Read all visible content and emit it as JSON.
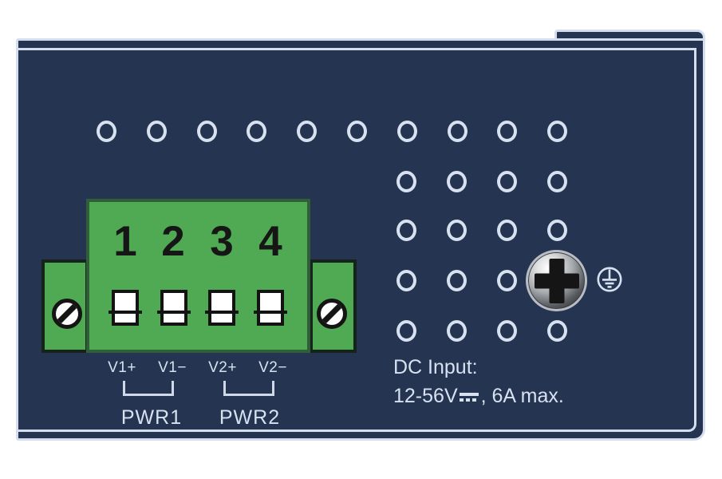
{
  "colors": {
    "panel_navy": "#253551",
    "outline_light": "#d5deee",
    "connector_green": "#4faa53",
    "connector_border_dark": "#15241a",
    "label_text": "#d8e1f0",
    "screw_black": "#141414"
  },
  "terminal_block": {
    "pin_numbers": [
      "1",
      "2",
      "3",
      "4"
    ],
    "pin_labels": [
      "V1+",
      "V1−",
      "V2+",
      "V2−"
    ],
    "power_groups": [
      {
        "label": "PWR1"
      },
      {
        "label": "PWR2"
      }
    ]
  },
  "dc_input": {
    "title": "DC Input:",
    "range": "12-56V",
    "suffix": ", 6A max.",
    "symbol": "dc-voltage-symbol (solid bar over dashed bar)"
  },
  "icons": {
    "terminal_side_screws": "slotted-screw-icon",
    "grounding_screw": "phillips-screw-icon",
    "ground_mark": "protective-earth-icon",
    "vents": "vent-hole"
  },
  "vents": {
    "top_row_count": 10,
    "grid_columns": 4,
    "grid_rows": 4,
    "grid_note": "row 4 / column 4 position occupied by grounding screw"
  }
}
